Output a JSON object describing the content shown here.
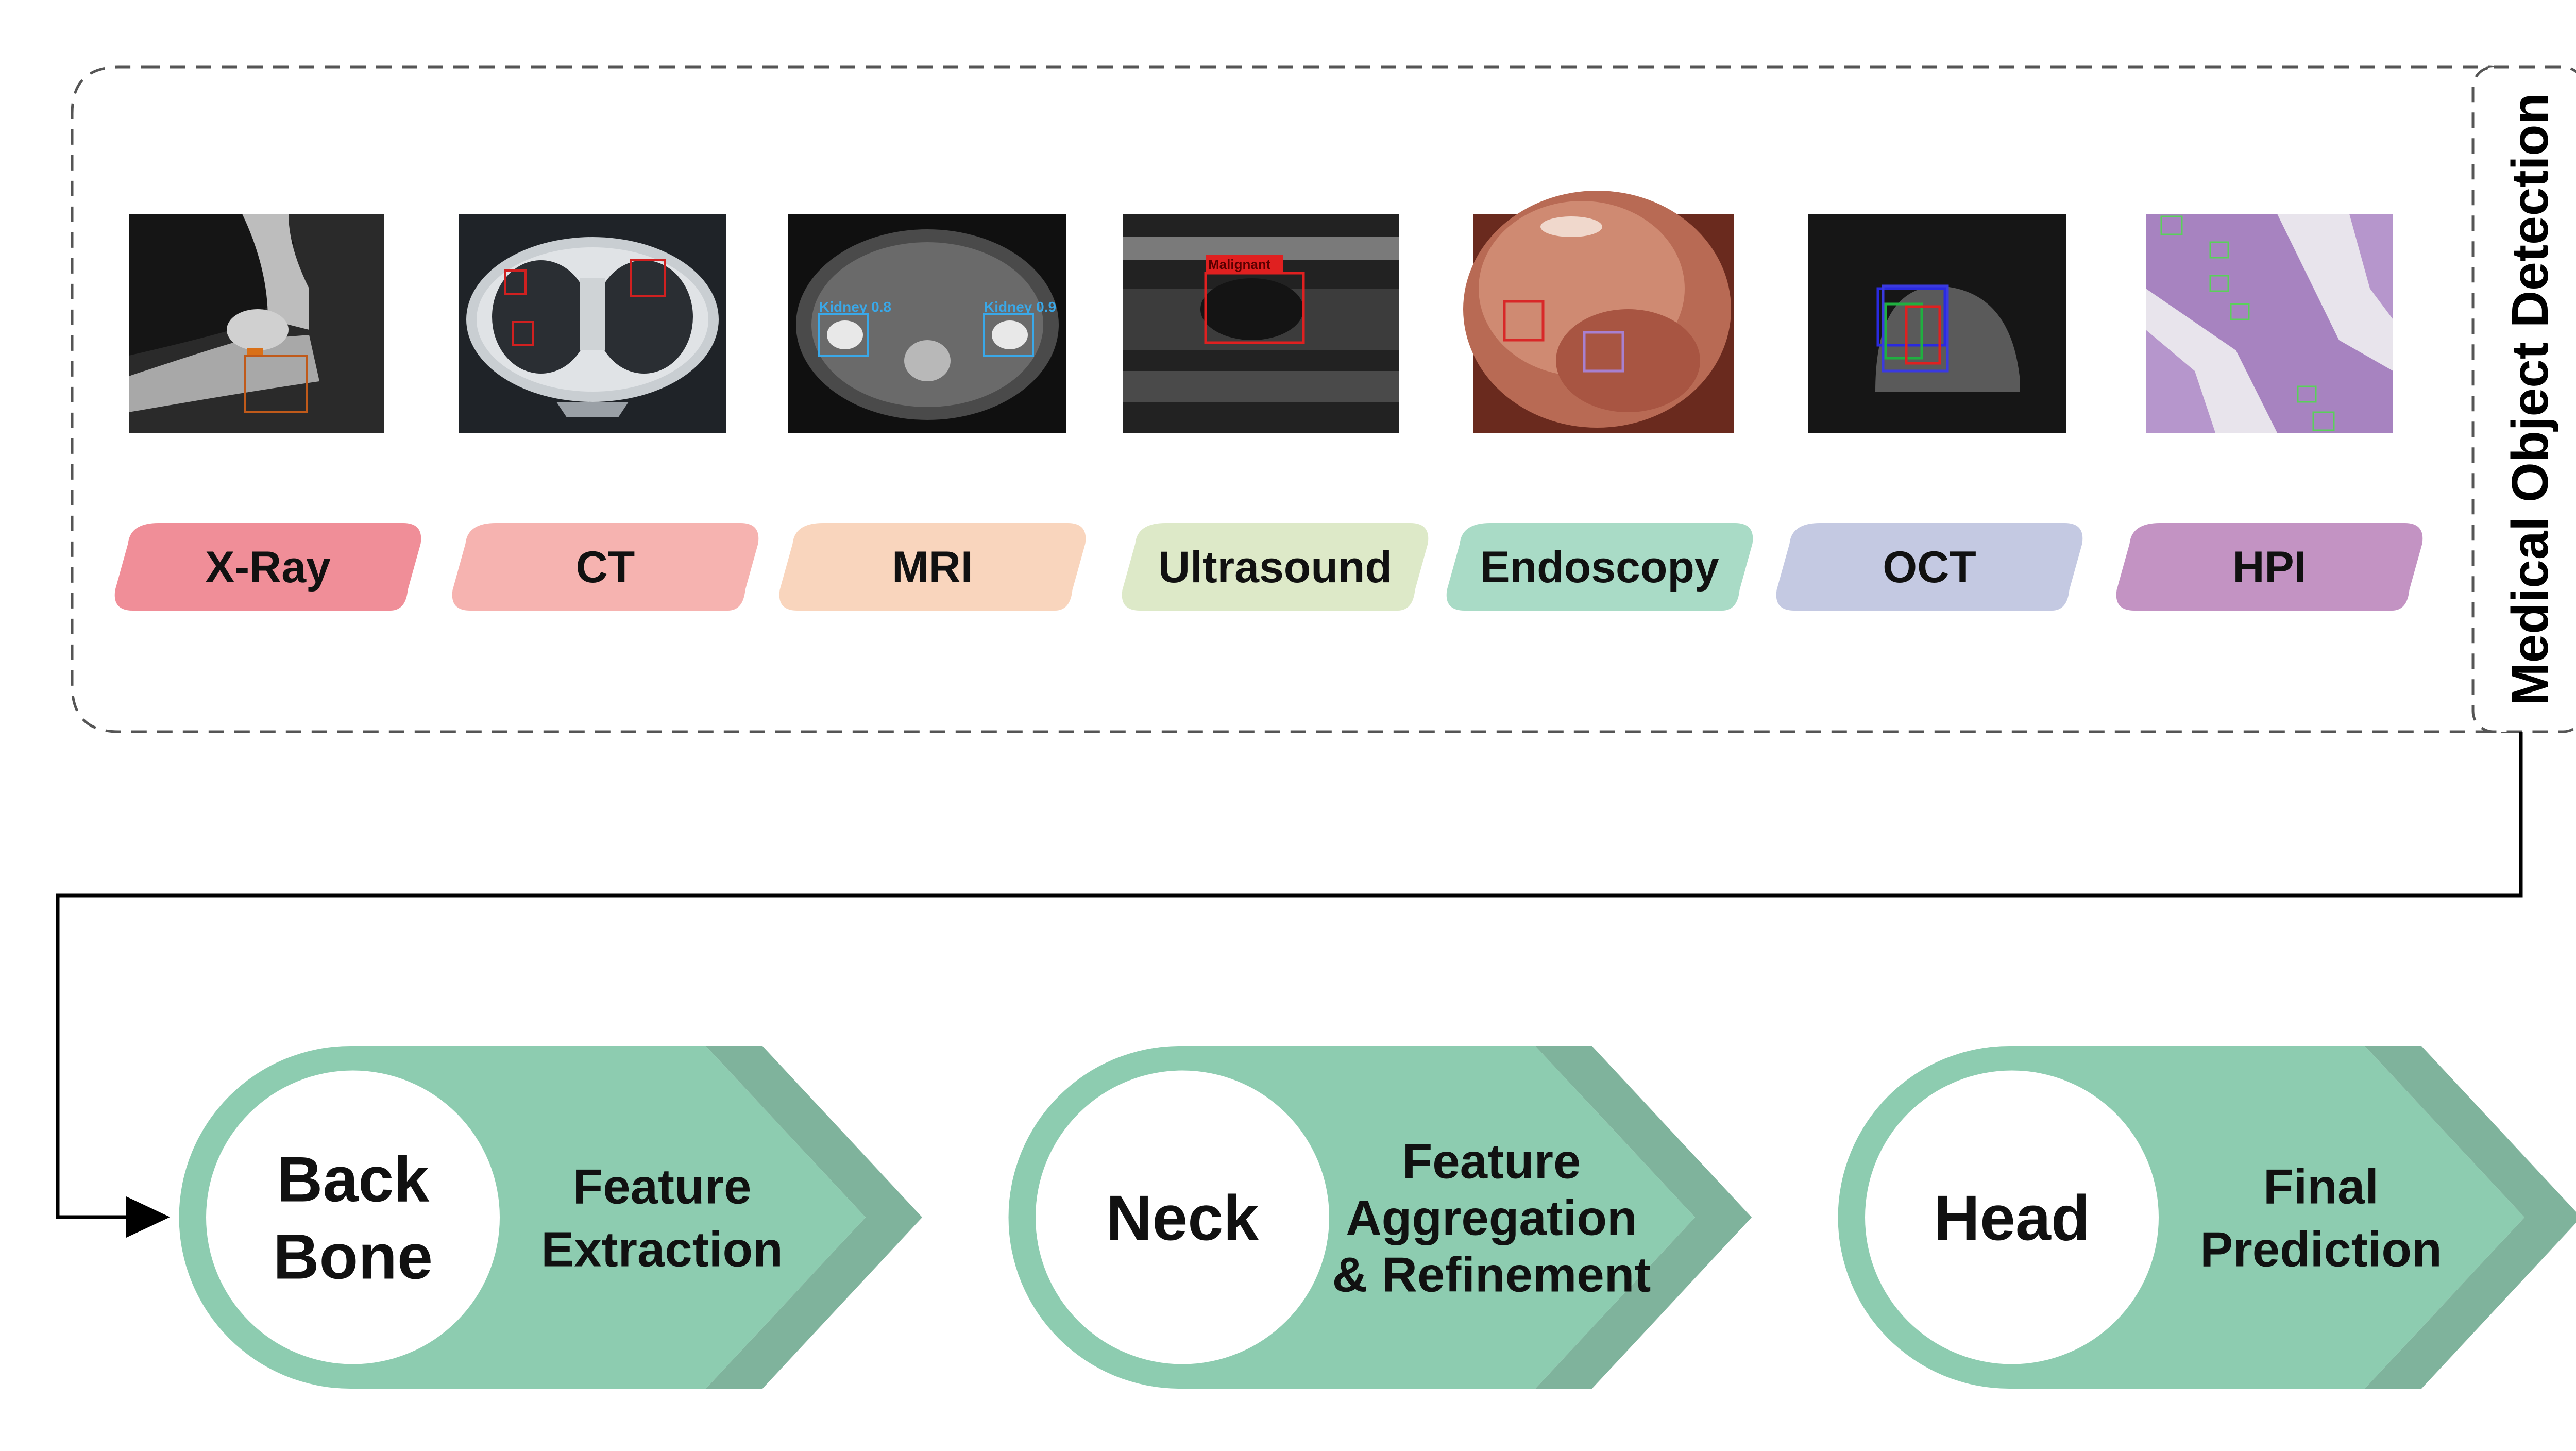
{
  "diagram": {
    "title": "Medical Object Detection",
    "modalities": [
      {
        "label": "X-Ray",
        "color": "#f08e98"
      },
      {
        "label": "CT",
        "color": "#f6b3b0"
      },
      {
        "label": "MRI",
        "color": "#f9d5bd"
      },
      {
        "label": "Ultrasound",
        "color": "#dde9c8"
      },
      {
        "label": "Endoscopy",
        "color": "#a9dbc6"
      },
      {
        "label": "OCT",
        "color": "#c4c9e2"
      },
      {
        "label": "HPI",
        "color": "#c393c3"
      }
    ],
    "image_labels": {
      "mri_left": "Kidney 0.8",
      "mri_right": "Kidney 0.9",
      "ultrasound": "Malignant"
    },
    "stages": [
      {
        "circle_lines": [
          "Back",
          "Bone"
        ],
        "desc_lines": [
          "Feature",
          "Extraction"
        ]
      },
      {
        "circle_lines": [
          "Neck"
        ],
        "desc_lines": [
          "Feature",
          "Aggregation",
          "& Refinement"
        ]
      },
      {
        "circle_lines": [
          "Head"
        ],
        "desc_lines": [
          "Final",
          "Prediction"
        ]
      }
    ],
    "colors": {
      "stage_fill": "#8dccb0",
      "stage_shadow": "#7fb39c",
      "stage_ring": "#8dccb0",
      "connector": "#000000",
      "border": "#555555"
    }
  }
}
